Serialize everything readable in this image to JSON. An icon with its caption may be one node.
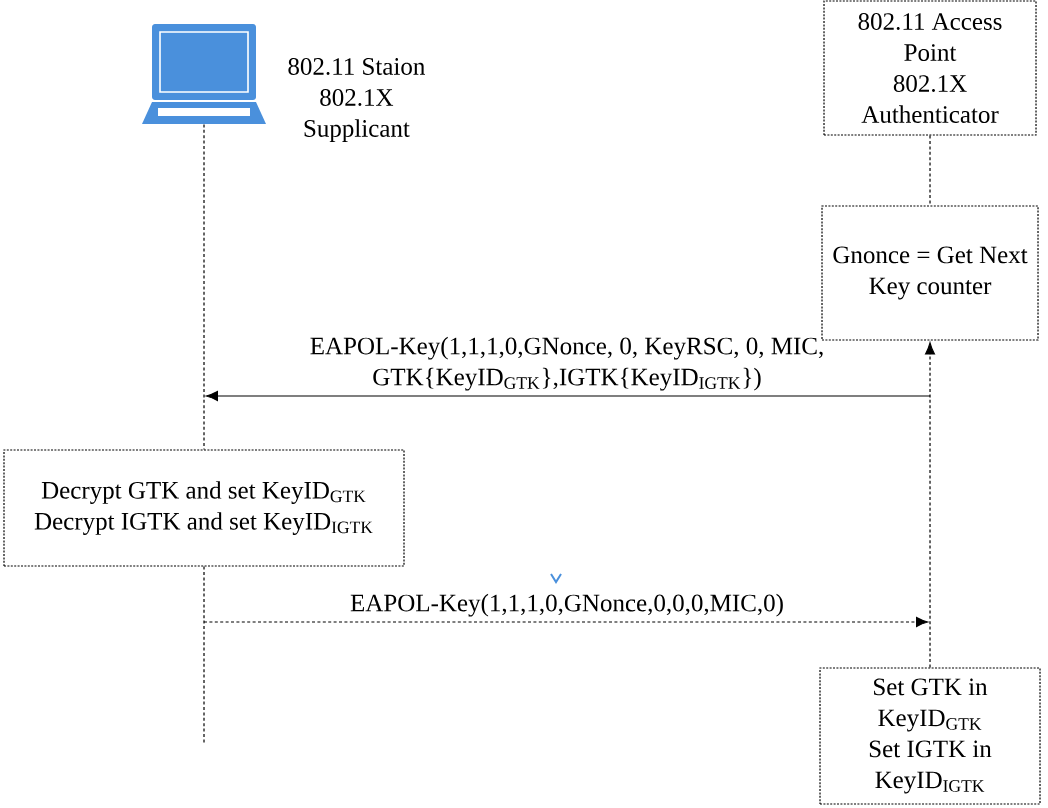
{
  "diagram": {
    "nodes": [
      {
        "text": [],
        "shape": "picture",
        "beside": [
          "802.11 Staion",
          "802.1X Supplicant"
        ]
      },
      {
        "text": [
          "802.11 Access Point",
          "802.1X Authenticator"
        ]
      },
      {
        "text": [
          "Gnonce = Get Next Key counter"
        ]
      },
      {
        "text": [
          "Decrypt GTK and set KeyID$_{GTK}$",
          "Decrypt IGTK and set KeyID$_{IGTK}$"
        ]
      },
      {
        "text": [
          "Set GTK in KeyID$_{GTK}$",
          "Set IGTK in KeyID$_{IGTK}$"
        ]
      }
    ],
    "edges": [
      {
        "from": 1,
        "to": 2,
        "arrow": "none",
        "style": "dashed"
      },
      {
        "from": 4,
        "to": 2,
        "arrow": "to",
        "style": "dashed"
      },
      {
        "from": 2,
        "to": 3,
        "arrow": "to",
        "label": "EAPOL-Key(1,1,1,0,GNonce, 0, KeyRSC, 0, MIC, GTK{KeyID$_{GTK}$},IGTK{KeyID$_{IGTK}$})"
      },
      {
        "from": 0,
        "to": 3,
        "arrow": "none",
        "style": "dashed"
      },
      {
        "from": 3,
        "to": null,
        "arrow": "none",
        "style": "dashed"
      },
      {
        "from": 3,
        "to": 4,
        "arrow": "to",
        "style": "dashed",
        "label": "EAPOL-Key(1,1,1,0,GNonce,0,0,0,MIC,0)"
      }
    ]
  }
}
